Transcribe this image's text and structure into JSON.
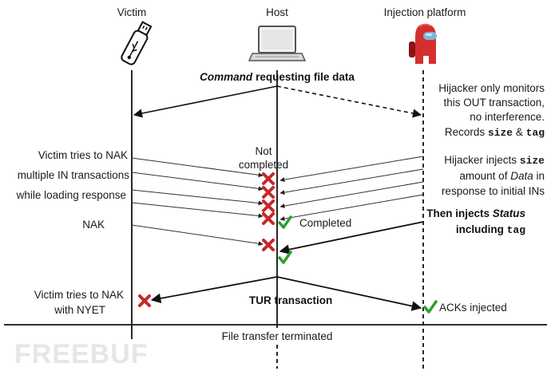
{
  "columns": {
    "victim": "Victim",
    "host": "Host",
    "injection": "Injection platform"
  },
  "command": {
    "bold_italic": "Command",
    "bold": "requesting file data"
  },
  "right_notes": {
    "monitor": [
      "Hijacker only monitors",
      "this OUT transaction,",
      "no interference."
    ],
    "records": {
      "prefix": "Records ",
      "size": "size",
      "amp": " & ",
      "tag": "tag"
    },
    "inject1": {
      "prefix": "Hijacker injects ",
      "size": "size"
    },
    "inject2": {
      "prefix": "amount of ",
      "data": "Data",
      "suffix": " in"
    },
    "inject3": "response to initial INs",
    "status1": {
      "prefix": "Then injects ",
      "status": "Status"
    },
    "status2": {
      "prefix": "including ",
      "tag": "tag"
    }
  },
  "left_notes": {
    "nak_lines": [
      "Victim tries to NAK",
      "multiple IN transactions",
      "while loading response"
    ],
    "nak": "NAK",
    "nyet": [
      "Victim tries to NAK",
      "with NYET"
    ]
  },
  "mid_labels": {
    "not_completed": [
      "Not",
      "completed"
    ],
    "completed": "Completed",
    "tur": "TUR transaction",
    "acks": "ACKs injected",
    "terminated": "File transfer terminated"
  },
  "watermark": "FREEBUF",
  "colors": {
    "x_mark": "#c62828",
    "check": "#2e9e2e",
    "icon_red": "#d32f2f",
    "line": "#111111"
  }
}
